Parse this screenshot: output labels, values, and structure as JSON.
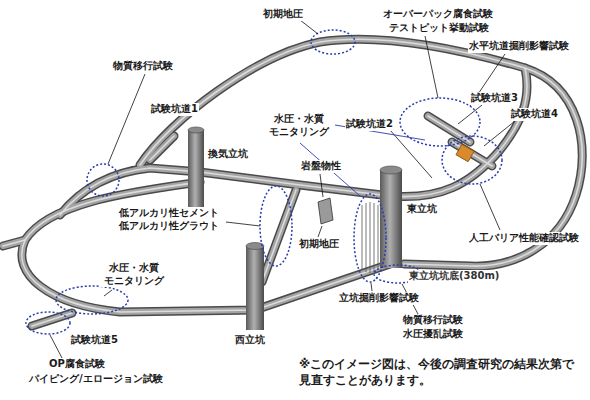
{
  "diagram": {
    "labels": [
      "初期地圧",
      "オーバーパック腐食試験",
      "テストピット挙動試験",
      "物質移行試験",
      "水平坑道掘削影響試験",
      "試験坑道1",
      "試験坑道3",
      "試験坑道4",
      "水圧・水質 モニタリング",
      "試験坑道2",
      "換気立坑",
      "岩盤物性",
      "低アルカリ性セメント",
      "低アルカリ性グラウト",
      "初期地圧",
      "東立坑",
      "人工バリア性能確認試験",
      "水圧・水質 モニタリング",
      "立坑掘削影響試験",
      "東立坑坑底(380m)",
      "西立坑",
      "試験坑道5",
      "物質移行試験",
      "水圧擾乱試験",
      "OP腐食試験",
      "パイピング/エロージョン試験",
      "※このイメージ図は、今後の調査研究の結果次第で 見直すことがあります。"
    ]
  }
}
